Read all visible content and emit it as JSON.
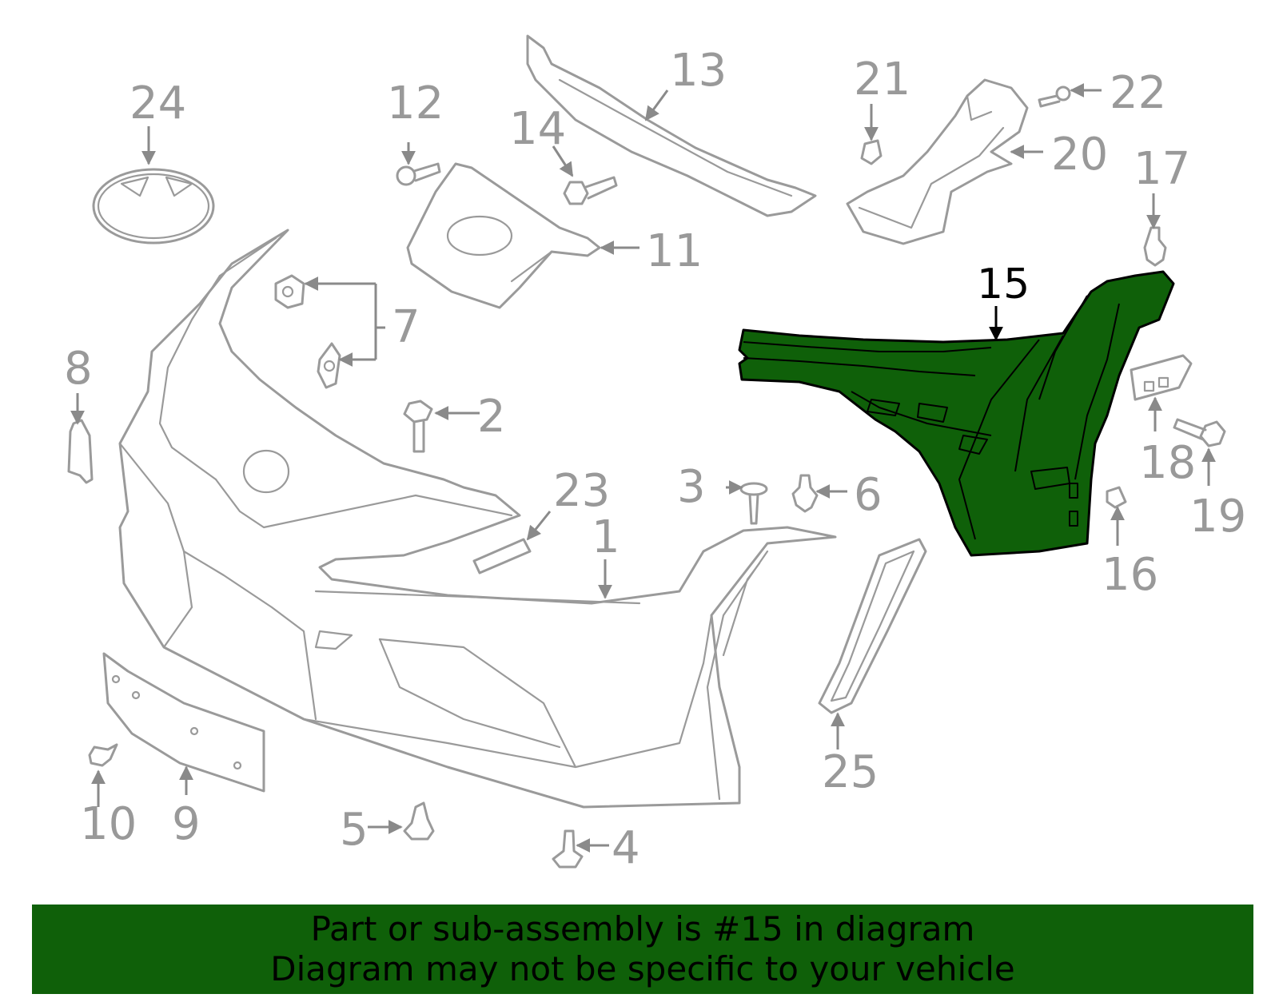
{
  "diagram": {
    "highlight_color": "#0f6009",
    "part_color": "#9a9a9a",
    "highlighted_part": "15",
    "callouts": [
      "1",
      "2",
      "3",
      "4",
      "5",
      "6",
      "7",
      "8",
      "9",
      "10",
      "11",
      "12",
      "13",
      "14",
      "15",
      "16",
      "17",
      "18",
      "19",
      "20",
      "21",
      "22",
      "23",
      "24",
      "25"
    ]
  },
  "banner": {
    "line1": "Part or sub-assembly is #15 in diagram",
    "line2": "Diagram may not be specific to your vehicle"
  }
}
